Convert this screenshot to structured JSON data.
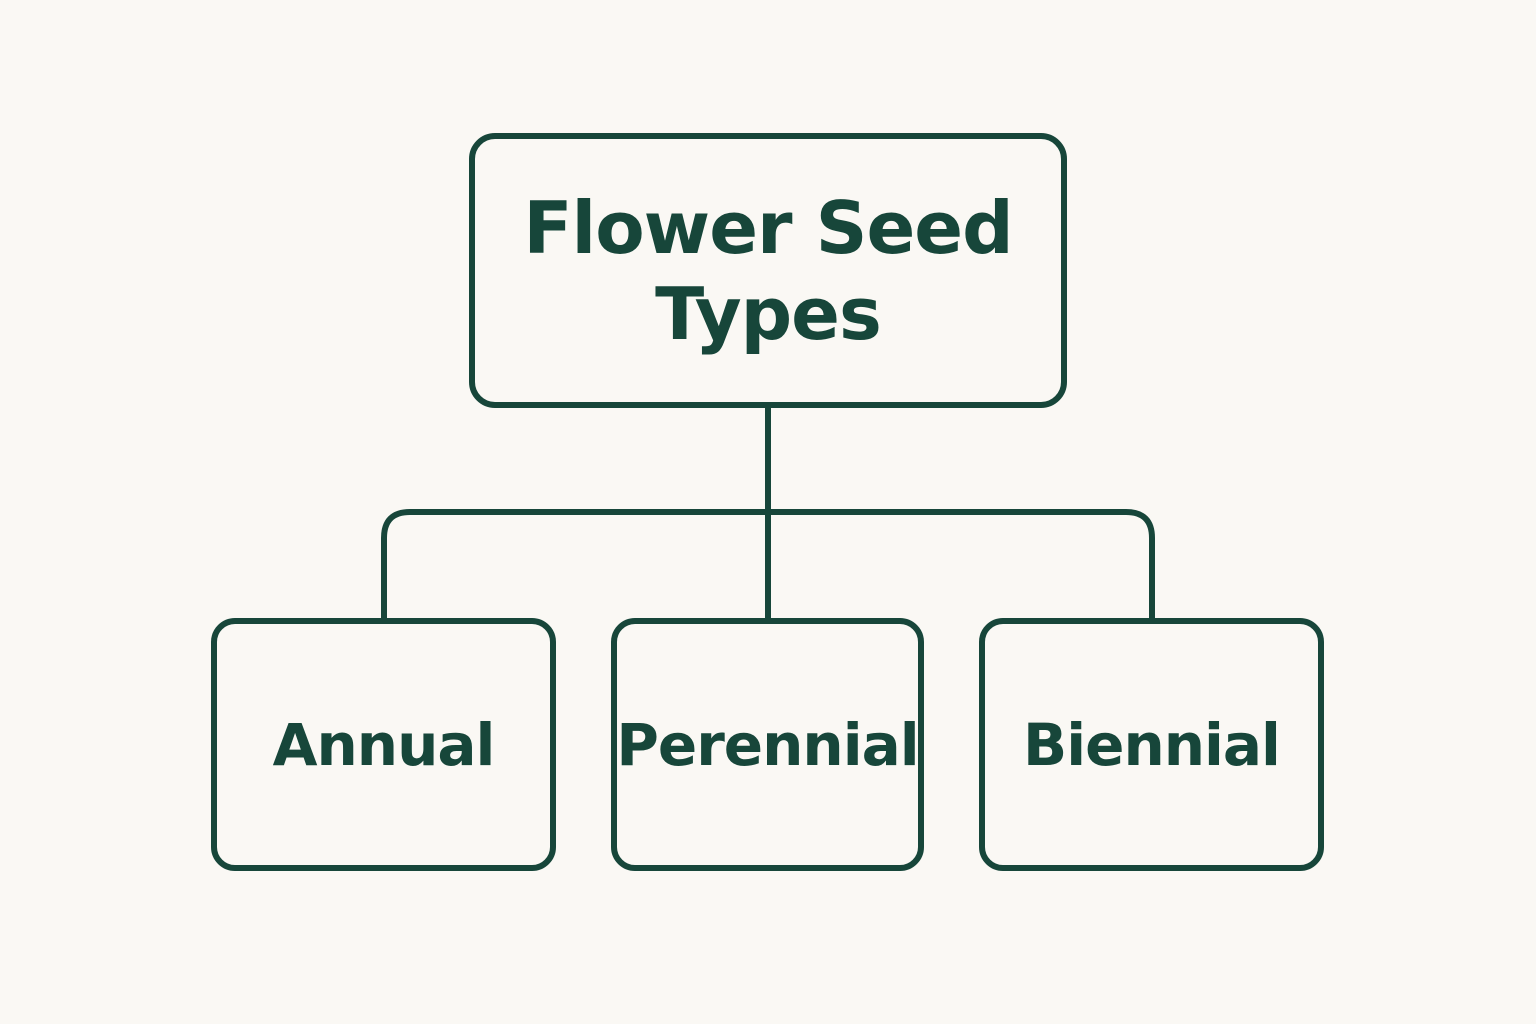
{
  "diagram": {
    "root": {
      "label": "Flower Seed Types"
    },
    "children": [
      {
        "label": "Annual"
      },
      {
        "label": "Perennial"
      },
      {
        "label": "Biennial"
      }
    ]
  },
  "colors": {
    "background": "#faf8f4",
    "stroke": "#17463a",
    "text": "#17463a"
  }
}
